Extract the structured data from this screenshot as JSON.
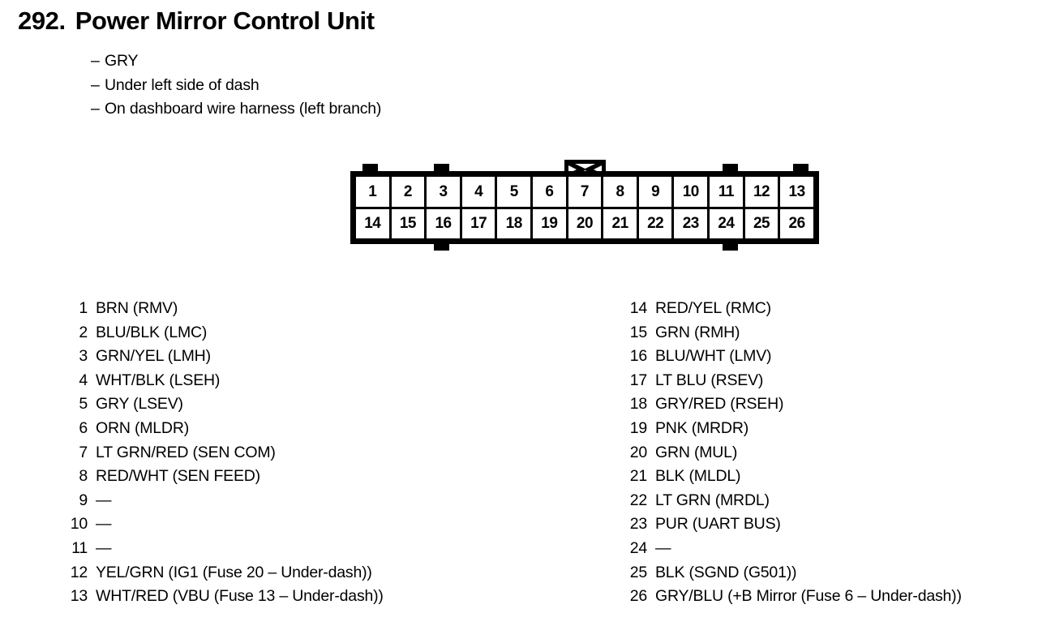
{
  "header": {
    "number": "292.",
    "title": "Power Mirror Control Unit",
    "bullets": [
      {
        "dash": "–",
        "text": "GRY"
      },
      {
        "dash": "–",
        "text": "Under left side of dash"
      },
      {
        "dash": "–",
        "text": "On dashboard wire harness (left branch)"
      }
    ]
  },
  "connector": {
    "name": "26-pin-connector",
    "top_row_pins": [
      "1",
      "2",
      "3",
      "4",
      "5",
      "6",
      "7",
      "8",
      "9",
      "10",
      "11",
      "12",
      "13"
    ],
    "bottom_row_pins": [
      "14",
      "15",
      "16",
      "17",
      "18",
      "19",
      "20",
      "21",
      "22",
      "23",
      "24",
      "25",
      "26"
    ],
    "key_tab_icon": "bowtie-key-icon",
    "body_color": "#000000",
    "cell_color": "#ffffff"
  },
  "pins_left": [
    {
      "num": "1",
      "desc": "BRN (RMV)"
    },
    {
      "num": "2",
      "desc": "BLU/BLK (LMC)"
    },
    {
      "num": "3",
      "desc": "GRN/YEL (LMH)"
    },
    {
      "num": "4",
      "desc": "WHT/BLK (LSEH)"
    },
    {
      "num": "5",
      "desc": "GRY (LSEV)"
    },
    {
      "num": "6",
      "desc": "ORN (MLDR)"
    },
    {
      "num": "7",
      "desc": "LT GRN/RED (SEN COM)"
    },
    {
      "num": "8",
      "desc": "RED/WHT (SEN FEED)"
    },
    {
      "num": "9",
      "desc": "—"
    },
    {
      "num": "10",
      "desc": "—"
    },
    {
      "num": "11",
      "desc": "—"
    },
    {
      "num": "12",
      "desc": "YEL/GRN (IG1 (Fuse 20 – Under-dash))"
    },
    {
      "num": "13",
      "desc": "WHT/RED  (VBU (Fuse 13 – Under-dash))"
    }
  ],
  "pins_right": [
    {
      "num": "14",
      "desc": "RED/YEL (RMC)"
    },
    {
      "num": "15",
      "desc": "GRN (RMH)"
    },
    {
      "num": "16",
      "desc": "BLU/WHT (LMV)"
    },
    {
      "num": "17",
      "desc": "LT BLU (RSEV)"
    },
    {
      "num": "18",
      "desc": "GRY/RED (RSEH)"
    },
    {
      "num": "19",
      "desc": "PNK (MRDR)"
    },
    {
      "num": "20",
      "desc": "GRN (MUL)"
    },
    {
      "num": "21",
      "desc": "BLK (MLDL)"
    },
    {
      "num": "22",
      "desc": "LT GRN (MRDL)"
    },
    {
      "num": "23",
      "desc": "PUR (UART BUS)"
    },
    {
      "num": "24",
      "desc": "—"
    },
    {
      "num": "25",
      "desc": "BLK (SGND (G501))"
    },
    {
      "num": "26",
      "desc": "GRY/BLU  (+B Mirror (Fuse 6 – Under-dash))"
    }
  ]
}
